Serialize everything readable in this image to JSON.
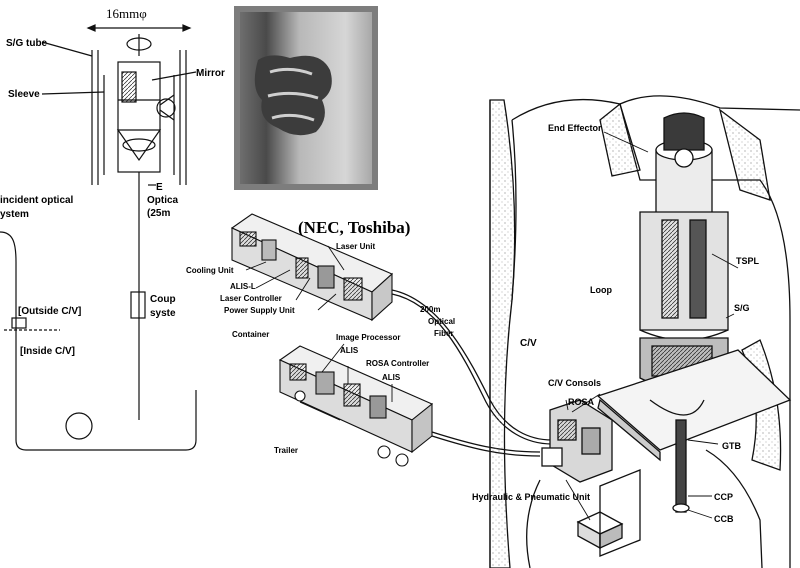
{
  "left_detail": {
    "diameter": "16mmφ",
    "sg_tube": "S/G tube",
    "sleeve": "Sleeve",
    "mirror": "Mirror",
    "incident_1": "incident optical",
    "incident_2": "ystem",
    "optical_1": "Optica",
    "optical_2": "(25m",
    "end_cut": "E",
    "coupler_1": "Coup",
    "coupler_2": "syste",
    "outside": "[Outside C/V]",
    "inside": "[Inside C/V]"
  },
  "system": {
    "vendors": "(NEC, Toshiba)",
    "laser_unit": "Laser Unit",
    "cooling_unit": "Cooling Unit",
    "alis_l": "ALIS-L",
    "laser_controller": "Laser Controller",
    "power_supply": "Power Supply Unit",
    "container": "Container",
    "image_processor": "Image Processor",
    "alis_1": "ALIS",
    "rosa_controller": "ROSA Controller",
    "alis_2": "ALIS",
    "trailer": "Trailer",
    "fiber_1": "200m",
    "fiber_2": "Optical",
    "fiber_3": "Fiber"
  },
  "plant": {
    "end_effector": "End Effector",
    "tspl": "TSPL",
    "loop": "Loop",
    "sg": "S/G",
    "cv": "C/V",
    "cv_consoles": "C/V Consols",
    "rosa": "ROSA",
    "hydraulic": "Hydraulic & Pneumatic Unit",
    "gtb": "GTB",
    "ccp": "CCP",
    "ccb": "CCB"
  }
}
